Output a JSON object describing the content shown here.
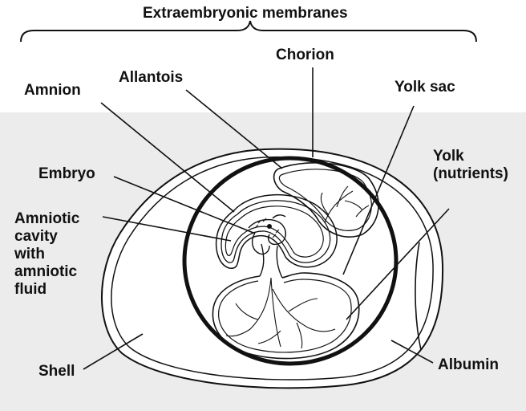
{
  "title": "Extraembryonic membranes",
  "labels": {
    "chorion": "Chorion",
    "allantois": "Allantois",
    "amnion": "Amnion",
    "yolk_sac": "Yolk sac",
    "embryo": "Embryo",
    "yolk": "Yolk\n(nutrients)",
    "amniotic_cavity": "Amniotic\ncavity\nwith\namniotic\nfluid",
    "shell": "Shell",
    "albumin": "Albumin"
  },
  "colors": {
    "ink": "#111111",
    "background_panel": "#ececec",
    "egg_fill": "#ffffff"
  }
}
